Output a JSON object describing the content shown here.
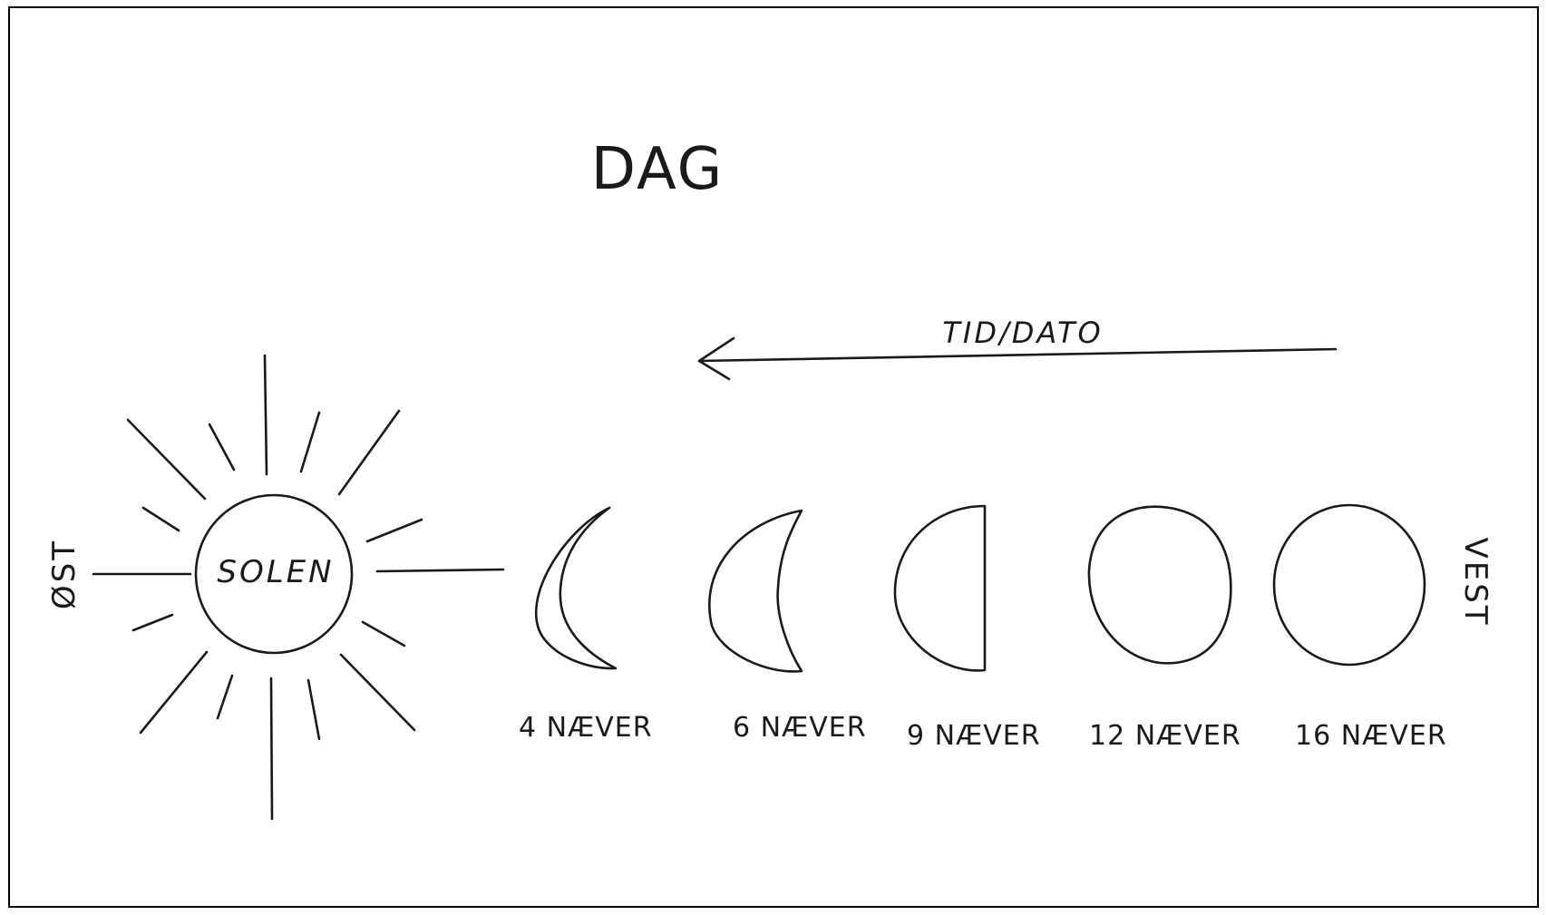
{
  "title": "DAG",
  "arrow_label": "TID/DATO",
  "sun_label": "SOLEN",
  "east_label": "ØST",
  "west_label": "VEST",
  "phases": [
    {
      "label": "4 NÆVER",
      "shape": "thin-crescent"
    },
    {
      "label": "6 NÆVER",
      "shape": "crescent"
    },
    {
      "label": "9 NÆVER",
      "shape": "half-moon"
    },
    {
      "label": "12 NÆVER",
      "shape": "nearly-full"
    },
    {
      "label": "16 NÆVER",
      "shape": "full"
    }
  ],
  "colors": {
    "ink": "#1a1a1a",
    "background": "#ffffff",
    "frame": "#000000"
  }
}
